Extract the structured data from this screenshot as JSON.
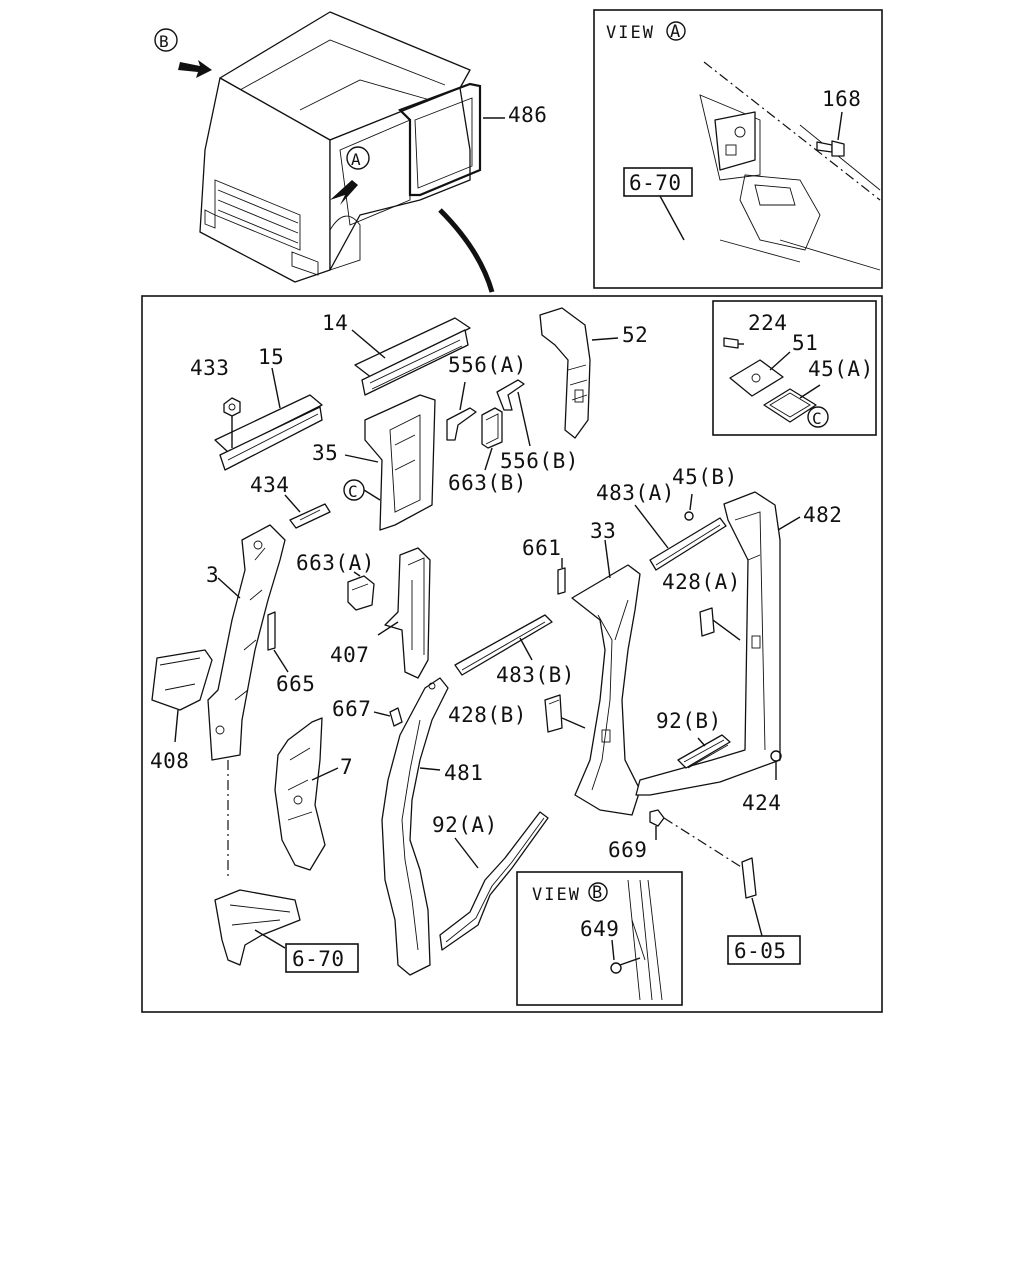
{
  "view_a": {
    "title": "VIEW",
    "marker": "A",
    "labels": {
      "bolt": "168",
      "ref": "6-70"
    }
  },
  "view_b": {
    "title": "VIEW",
    "marker": "B",
    "labels": {
      "bolt": "649"
    }
  },
  "view_c_inset": {
    "labels": {
      "bolt": "224",
      "plate": "51",
      "gasket": "45(A)",
      "marker": "C"
    }
  },
  "cab": {
    "markers": {
      "a": "A",
      "b": "B"
    },
    "labels": {
      "weatherstrip": "486"
    }
  },
  "parts": {
    "p3": "3",
    "p7": "7",
    "p14": "14",
    "p15": "15",
    "p33": "33",
    "p35": "35",
    "p35_marker": "C",
    "p52": "52",
    "p407": "407",
    "p408": "408",
    "p424": "424",
    "p428a": "428(A)",
    "p428b": "428(B)",
    "p433": "433",
    "p434": "434",
    "p45b": "45(B)",
    "p481": "481",
    "p482": "482",
    "p483a": "483(A)",
    "p483b": "483(B)",
    "p556a": "556(A)",
    "p556b": "556(B)",
    "p661": "661",
    "p663a": "663(A)",
    "p663b": "663(B)",
    "p665": "665",
    "p667": "667",
    "p669": "669",
    "p92a": "92(A)",
    "p92b": "92(B)",
    "ref_670": "6-70",
    "ref_605": "6-05"
  }
}
